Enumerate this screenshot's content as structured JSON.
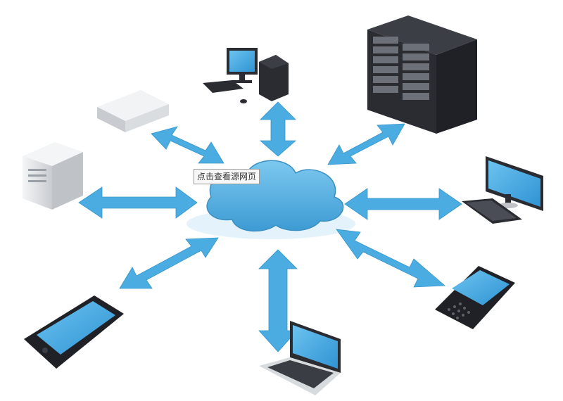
{
  "overlay": {
    "view_source_label": "点击查看源网页"
  },
  "colors": {
    "cloud": "#5fb6e4",
    "cloud_dark": "#3a8fc2",
    "arrow": "#4aace0",
    "device_dark": "#2a2c32",
    "screen": "#3ea5df",
    "tower": "#e4e6e8"
  },
  "nodes": [
    {
      "id": "desktop-pc",
      "icon": "desktop-computer-icon"
    },
    {
      "id": "server-rack",
      "icon": "server-rack-icon"
    },
    {
      "id": "monitor-keyboard",
      "icon": "monitor-keyboard-icon"
    },
    {
      "id": "smartphone-keyboard",
      "icon": "qwerty-phone-icon"
    },
    {
      "id": "laptop",
      "icon": "laptop-icon"
    },
    {
      "id": "touch-phone",
      "icon": "touchscreen-phone-icon"
    },
    {
      "id": "tower-server",
      "icon": "tower-server-icon"
    },
    {
      "id": "rack-unit",
      "icon": "rack-unit-server-icon"
    }
  ]
}
